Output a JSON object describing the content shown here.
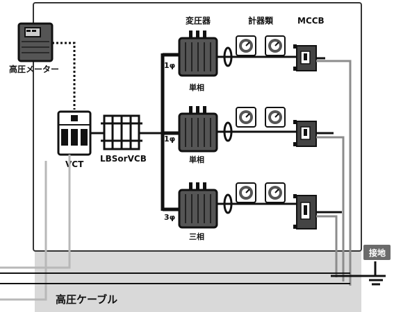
{
  "labels": {
    "meter": "高圧メーター",
    "vct": "VCT",
    "breaker": "LBSorVCB",
    "transformer_header": "変圧器",
    "instruments_header": "計器類",
    "mccb_header": "MCCB",
    "cable": "高圧ケーブル",
    "ground_badge": "接地"
  },
  "transformers": [
    {
      "phase": "1φ",
      "type": "単相"
    },
    {
      "phase": "1φ",
      "type": "単相"
    },
    {
      "phase": "3φ",
      "type": "三相"
    }
  ],
  "colors": {
    "line": "#111111",
    "panel_stroke": "#333333",
    "cable_band": "#d9d9d9",
    "wire_gray": "#8c8c8c",
    "wire_light": "#b8b8b8",
    "ground_badge_bg": "#6b6b6b",
    "meter_body": "#555555"
  }
}
